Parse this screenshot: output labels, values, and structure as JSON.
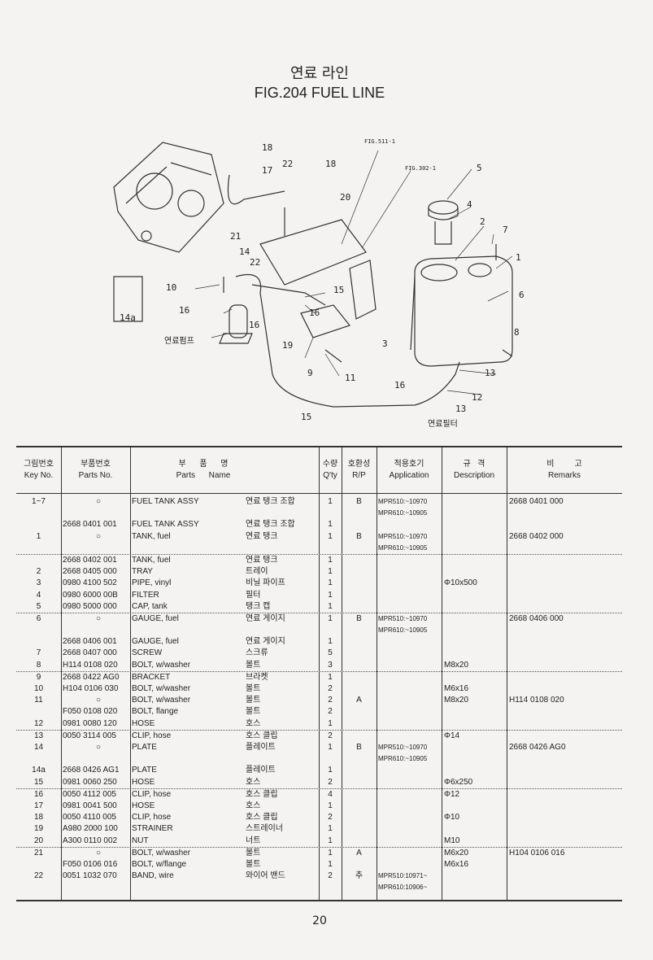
{
  "page": {
    "title_kr": "연료 라인",
    "title_en": "FIG.204  FUEL LINE",
    "page_number": "20"
  },
  "diagram": {
    "labels": [
      "18",
      "17",
      "22",
      "18",
      "20",
      "FIG.511-1",
      "FIG.302-1",
      "5",
      "4",
      "2",
      "7",
      "1",
      "6",
      "8",
      "13",
      "12",
      "13",
      "16",
      "15",
      "15",
      "16",
      "19",
      "9",
      "11",
      "3",
      "21",
      "14",
      "22",
      "10",
      "16",
      "16",
      "14a",
      "연료펌프",
      "연료필터"
    ]
  },
  "table": {
    "headers": {
      "key_kr": "그림번호",
      "key_en": "Key No.",
      "part_kr": "부품번호",
      "part_en": "Parts No.",
      "name_kr": "부      품      명",
      "name_en": "Parts      Name",
      "qty_kr": "수량",
      "qty_en": "Q'ty",
      "rp_kr": "호환성",
      "rp_en": "R/P",
      "app_kr": "적용호기",
      "app_en": "Application",
      "desc_kr": "규   격",
      "desc_en": "Description",
      "rem_kr": "비         고",
      "rem_en": "Remarks"
    },
    "rows": [
      {
        "key": "1~7",
        "part": "○",
        "en": "FUEL TANK ASSY",
        "kr": "연료 탱크 조합",
        "qty": "1",
        "rp": "B",
        "app": [
          "MPR510:~10970",
          "MPR610:~10905"
        ],
        "desc": "",
        "rem": "2668 0401 000",
        "sep": false
      },
      {
        "key": "",
        "part": "2668 0401 001",
        "en": "FUEL TANK ASSY",
        "kr": "연료 탱크 조합",
        "qty": "1",
        "rp": "",
        "app": [],
        "desc": "",
        "rem": "",
        "sep": false
      },
      {
        "key": "1",
        "part": "○",
        "en": "TANK, fuel",
        "kr": "연료 탱크",
        "qty": "1",
        "rp": "B",
        "app": [
          "MPR510:~10970",
          "MPR610:~10905"
        ],
        "desc": "",
        "rem": "2668 0402 000",
        "sep": true
      },
      {
        "key": "",
        "part": "2668 0402 001",
        "en": "TANK, fuel",
        "kr": "연료 탱크",
        "qty": "1",
        "rp": "",
        "app": [],
        "desc": "",
        "rem": "",
        "sep": false
      },
      {
        "key": "2",
        "part": "2668 0405 000",
        "en": "TRAY",
        "kr": "트레이",
        "qty": "1",
        "rp": "",
        "app": [],
        "desc": "",
        "rem": "",
        "sep": false
      },
      {
        "key": "3",
        "part": "0980 4100 502",
        "en": "PIPE, vinyl",
        "kr": "비닐 파이프",
        "qty": "1",
        "rp": "",
        "app": [],
        "desc": "Φ10x500",
        "rem": "",
        "sep": false
      },
      {
        "key": "4",
        "part": "0980 6000 00B",
        "en": "FILTER",
        "kr": "필터",
        "qty": "1",
        "rp": "",
        "app": [],
        "desc": "",
        "rem": "",
        "sep": false
      },
      {
        "key": "5",
        "part": "0980 5000 000",
        "en": "CAP, tank",
        "kr": "탱크 캡",
        "qty": "1",
        "rp": "",
        "app": [],
        "desc": "",
        "rem": "",
        "sep": true
      },
      {
        "key": "6",
        "part": "○",
        "en": "GAUGE, fuel",
        "kr": "연료 게이지",
        "qty": "1",
        "rp": "B",
        "app": [
          "MPR510:~10970",
          "MPR610:~10905"
        ],
        "desc": "",
        "rem": "2668 0406 000",
        "sep": false
      },
      {
        "key": "",
        "part": "2668 0406 001",
        "en": "GAUGE, fuel",
        "kr": "연료 게이지",
        "qty": "1",
        "rp": "",
        "app": [],
        "desc": "",
        "rem": "",
        "sep": false
      },
      {
        "key": "7",
        "part": "2668 0407 000",
        "en": "SCREW",
        "kr": "스크류",
        "qty": "5",
        "rp": "",
        "app": [],
        "desc": "",
        "rem": "",
        "sep": false
      },
      {
        "key": "8",
        "part": "H114 0108 020",
        "en": "BOLT, w/washer",
        "kr": "볼트",
        "qty": "3",
        "rp": "",
        "app": [],
        "desc": "M8x20",
        "rem": "",
        "sep": true
      },
      {
        "key": "9",
        "part": "2668 0422 AG0",
        "en": "BRACKET",
        "kr": "브라켓",
        "qty": "1",
        "rp": "",
        "app": [],
        "desc": "",
        "rem": "",
        "sep": false
      },
      {
        "key": "10",
        "part": "H104 0106 030",
        "en": "BOLT, w/washer",
        "kr": "볼트",
        "qty": "2",
        "rp": "",
        "app": [],
        "desc": "M6x16",
        "rem": "",
        "sep": false
      },
      {
        "key": "11",
        "part": "○",
        "en": "BOLT, w/washer",
        "kr": "볼트",
        "qty": "2",
        "rp": "A",
        "app": [],
        "desc": "M8x20",
        "rem": "H114 0108 020",
        "sep": false
      },
      {
        "key": "",
        "part": "F050 0108 020",
        "en": "BOLT, flange",
        "kr": "볼트",
        "qty": "2",
        "rp": "",
        "app": [],
        "desc": "",
        "rem": "",
        "sep": false
      },
      {
        "key": "12",
        "part": "0981 0080 120",
        "en": "HOSE",
        "kr": "호스",
        "qty": "1",
        "rp": "",
        "app": [],
        "desc": "",
        "rem": "",
        "sep": true
      },
      {
        "key": "13",
        "part": "0050 3114 005",
        "en": "CLIP, hose",
        "kr": "호스 클립",
        "qty": "2",
        "rp": "",
        "app": [],
        "desc": "Φ14",
        "rem": "",
        "sep": false
      },
      {
        "key": "14",
        "part": "○",
        "en": "PLATE",
        "kr": "플레이트",
        "qty": "1",
        "rp": "B",
        "app": [
          "MPR510:~10970",
          "MPR610:~10905"
        ],
        "desc": "",
        "rem": "2668 0426 AG0",
        "sep": false
      },
      {
        "key": "14a",
        "part": "2668 0426 AG1",
        "en": "PLATE",
        "kr": "플레이트",
        "qty": "1",
        "rp": "",
        "app": [],
        "desc": "",
        "rem": "",
        "sep": false
      },
      {
        "key": "15",
        "part": "0981 0060 250",
        "en": "HOSE",
        "kr": "호스",
        "qty": "2",
        "rp": "",
        "app": [],
        "desc": "Φ6x250",
        "rem": "",
        "sep": true
      },
      {
        "key": "16",
        "part": "0050 4112 005",
        "en": "CLIP, hose",
        "kr": "호스 클립",
        "qty": "4",
        "rp": "",
        "app": [],
        "desc": "Φ12",
        "rem": "",
        "sep": false
      },
      {
        "key": "17",
        "part": "0981 0041 500",
        "en": "HOSE",
        "kr": "호스",
        "qty": "1",
        "rp": "",
        "app": [],
        "desc": "",
        "rem": "",
        "sep": false
      },
      {
        "key": "18",
        "part": "0050 4110 005",
        "en": "CLIP, hose",
        "kr": "호스 클립",
        "qty": "2",
        "rp": "",
        "app": [],
        "desc": "Φ10",
        "rem": "",
        "sep": false
      },
      {
        "key": "19",
        "part": "A980 2000 100",
        "en": "STRAINER",
        "kr": "스트레이너",
        "qty": "1",
        "rp": "",
        "app": [],
        "desc": "",
        "rem": "",
        "sep": false
      },
      {
        "key": "20",
        "part": "A300 0110 002",
        "en": "NUT",
        "kr": "너트",
        "qty": "1",
        "rp": "",
        "app": [],
        "desc": "M10",
        "rem": "",
        "sep": true
      },
      {
        "key": "21",
        "part": "○",
        "en": "BOLT, w/washer",
        "kr": "볼트",
        "qty": "1",
        "rp": "A",
        "app": [],
        "desc": "M6x20",
        "rem": "H104 0106 016",
        "sep": false
      },
      {
        "key": "",
        "part": "F050 0106 016",
        "en": "BOLT, w/flange",
        "kr": "볼트",
        "qty": "1",
        "rp": "",
        "app": [],
        "desc": "M6x16",
        "rem": "",
        "sep": false
      },
      {
        "key": "22",
        "part": "0051 1032 070",
        "en": "BAND, wire",
        "kr": "와이어 밴드",
        "qty": "2",
        "rp": "추",
        "app": [
          "MPR510:10971~",
          "MPR610:10906~"
        ],
        "desc": "",
        "rem": "",
        "sep": false
      }
    ]
  }
}
